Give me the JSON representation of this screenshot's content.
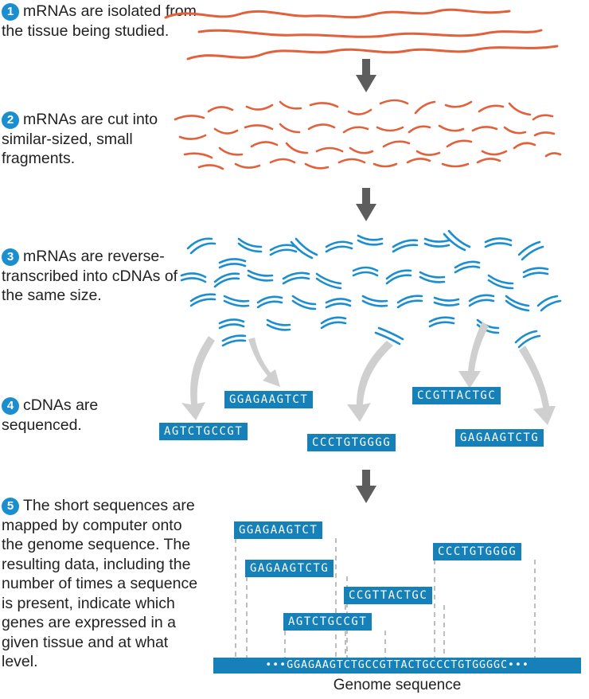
{
  "steps": [
    {
      "number": "1",
      "text": "mRNAs are isolated from the tissue being studied."
    },
    {
      "number": "2",
      "text": "mRNAs are cut into similar-sized, small fragments."
    },
    {
      "number": "3",
      "text": "mRNAs are reverse-transcribed into cDNAs of the same size."
    },
    {
      "number": "4",
      "text": "cDNAs are sequenced."
    },
    {
      "number": "5",
      "text": "The short sequences are mapped by computer onto the genome sequence. The resulting data, including the number of times a sequence is present, indicate which genes are expressed in a given tissue and at what level."
    }
  ],
  "sequenced_reads": [
    "GGAGAAGTCT",
    "AGTCTGCCGT",
    "CCCTGTGGGG",
    "CCGTTACTGC",
    "GAGAAGTCTG"
  ],
  "mapped_reads": [
    "GGAGAAGTCT",
    "CCCTGTGGGG",
    "GAGAAGTCTG",
    "CCGTTACTGC",
    "AGTCTGCCGT"
  ],
  "genome_sequence": "•••GGAGAAGTCTGCCGTTACTGCCCTGTGGGGC•••",
  "genome_label": "Genome sequence",
  "colors": {
    "mrna": "#e2603a",
    "cdna": "#1a8ecf",
    "sequence_box": "#1681b8",
    "arrow": "#5d5d5d",
    "curved_arrow": "#cfcfcf"
  }
}
